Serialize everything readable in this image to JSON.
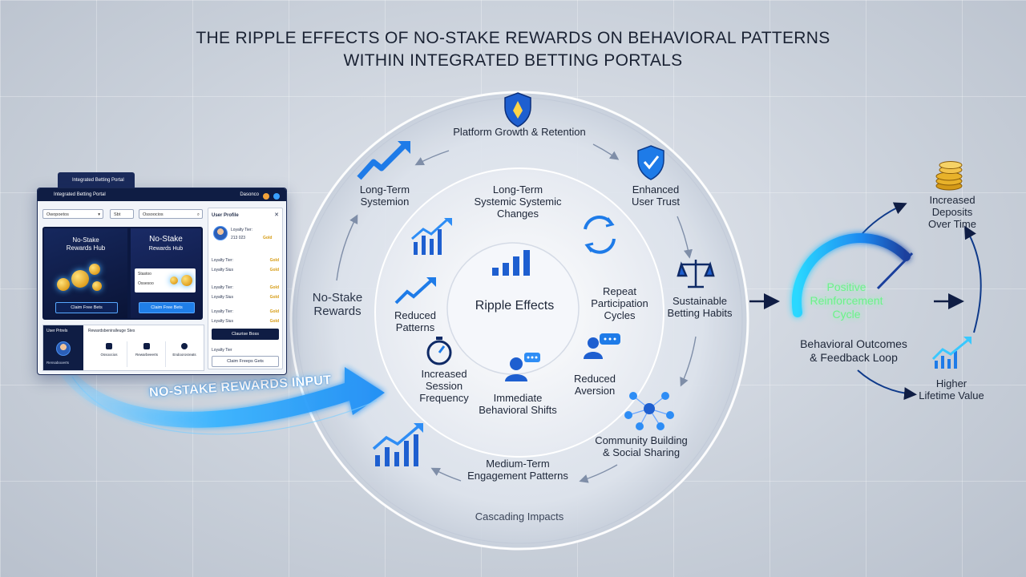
{
  "title": {
    "line1": "THE RIPPLE EFFECTS OF NO-STAKE REWARDS ON BEHAVIORAL PATTERNS",
    "line2": "WITHIN INTEGRATED BETTING PORTALS"
  },
  "portal": {
    "tab_label": "Integrated Betting Portal",
    "header_title": "Integrated Betting Portal",
    "header_right": "Dasonco",
    "dropdown_1": "Owopoetos",
    "dropdown_2": "Sbt",
    "search": "Ossoocios",
    "hub_left_line1": "No-Stake",
    "hub_left_line2": "Rewards Hub",
    "hub_right_line1": "No-Stake",
    "hub_right_line2": "Rewards Hub",
    "claim_left": "Claim Free Bets",
    "claim_right": "Claim Free Bets",
    "mini_card_a": "Stastoo",
    "mini_card_b": "Ossesoo",
    "profile_title": "User Profile",
    "profile_tier_label": "Loyalty Tier:",
    "profile_tier_value": "Gold",
    "profile_points": "213 023",
    "profile_rows": [
      {
        "label": "Loyalty Tier:",
        "value": "Gold"
      },
      {
        "label": "Loyalty Sius",
        "value": "Gold"
      },
      {
        "label": "Loyalty Tier:",
        "value": "Gold"
      },
      {
        "label": "Loyalty Sius",
        "value": "Gold"
      },
      {
        "label": "Loyalty Tier:",
        "value": "Gold"
      },
      {
        "label": "Loyalty Sius",
        "value": "Gold"
      }
    ],
    "profile_button": "Claurise Boss",
    "profile_footer_label": "Loyalty Tier",
    "profile_footer_button": "Claim Freeps Gets",
    "bottom_user_label": "User Prtrels",
    "bottom_user_sub": "Rensabooerts",
    "bottom_panel_title": "Rewardsbeniralleuge Stes",
    "bottom_items": [
      "Ossoocios",
      "Rewarbeeerts",
      "Endoorosreats"
    ]
  },
  "input_label": "NO-STAKE REWARDS INPUT",
  "ring": {
    "outer_top": "Platform Growth & Retention",
    "outer_bottom": "Cascading Impacts",
    "long_term_systemic": [
      "Long-Term",
      "Systemion"
    ],
    "enhanced_trust": [
      "Enhanced",
      "User Trust"
    ],
    "no_stake_rewards": [
      "No-Stake",
      "Rewards"
    ],
    "sustainable": [
      "Sustainable",
      "Betting Habits"
    ],
    "community": [
      "Community Building",
      "& Social Sharing"
    ],
    "medium_term": [
      "Medium-Term",
      "Engagement Patterns"
    ],
    "inner_top": [
      "Long-Term",
      "Systemic Systemic",
      "Changes"
    ],
    "reduced_patterns": [
      "Reduced",
      "Patterns"
    ],
    "repeat": [
      "Repeat",
      "Participation",
      "Cycles"
    ],
    "increased_session": [
      "Increased",
      "Session",
      "Frequency"
    ],
    "immediate": [
      "Immediate",
      "Behavioral Shifts"
    ],
    "reduced_aversion": [
      "Reduced",
      "Aversion"
    ],
    "center": "Ripple Effects"
  },
  "outcomes": {
    "cycle": [
      "Positive",
      "Reinforcement",
      "Cycle"
    ],
    "caption": [
      "Behavioral Outcomes",
      "& Feedback Loop"
    ],
    "deposits": [
      "Increased",
      "Deposits",
      "Over Time"
    ],
    "lifetime": [
      "Higher",
      "Lifetime Value"
    ]
  },
  "colors": {
    "accent_blue": "#1f7ee8",
    "navy": "#0f1d44",
    "glow_cyan": "#39c8ff",
    "green_glow": "#6cf28a",
    "gold": "#e0a020"
  }
}
